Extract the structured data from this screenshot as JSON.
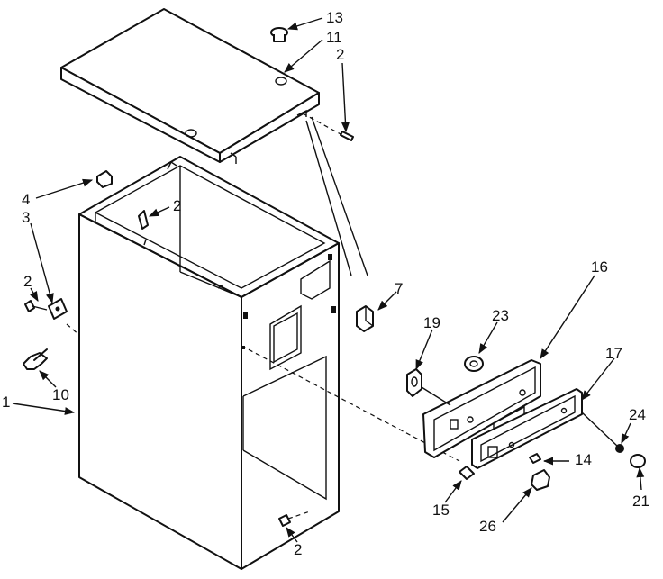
{
  "callouts": [
    {
      "id": "c13",
      "text": "13"
    },
    {
      "id": "c11",
      "text": "11"
    },
    {
      "id": "c2a",
      "text": "2"
    },
    {
      "id": "c4",
      "text": "4"
    },
    {
      "id": "c3",
      "text": "3"
    },
    {
      "id": "c2b",
      "text": "2"
    },
    {
      "id": "c2c",
      "text": "2"
    },
    {
      "id": "c10",
      "text": "10"
    },
    {
      "id": "c1",
      "text": "1"
    },
    {
      "id": "c7",
      "text": "7"
    },
    {
      "id": "c16",
      "text": "16"
    },
    {
      "id": "c19",
      "text": "19"
    },
    {
      "id": "c23",
      "text": "23"
    },
    {
      "id": "c17",
      "text": "17"
    },
    {
      "id": "c24",
      "text": "24"
    },
    {
      "id": "c14",
      "text": "14"
    },
    {
      "id": "c15",
      "text": "15"
    },
    {
      "id": "c26",
      "text": "26"
    },
    {
      "id": "c21",
      "text": "21"
    },
    {
      "id": "c2d",
      "text": "2"
    }
  ]
}
